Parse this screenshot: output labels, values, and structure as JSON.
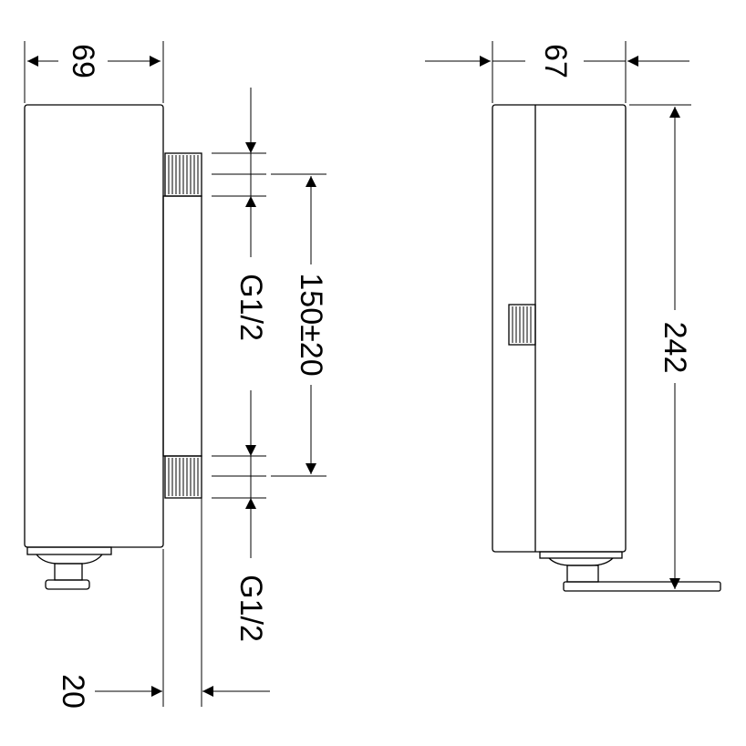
{
  "front_view": {
    "width_label": "69",
    "thread_top_label": "G1/2",
    "spacing_label": "150±20",
    "thread_bottom_label": "G1/2",
    "offset_label": "20"
  },
  "side_view": {
    "depth_label": "67",
    "height_label": "242"
  }
}
